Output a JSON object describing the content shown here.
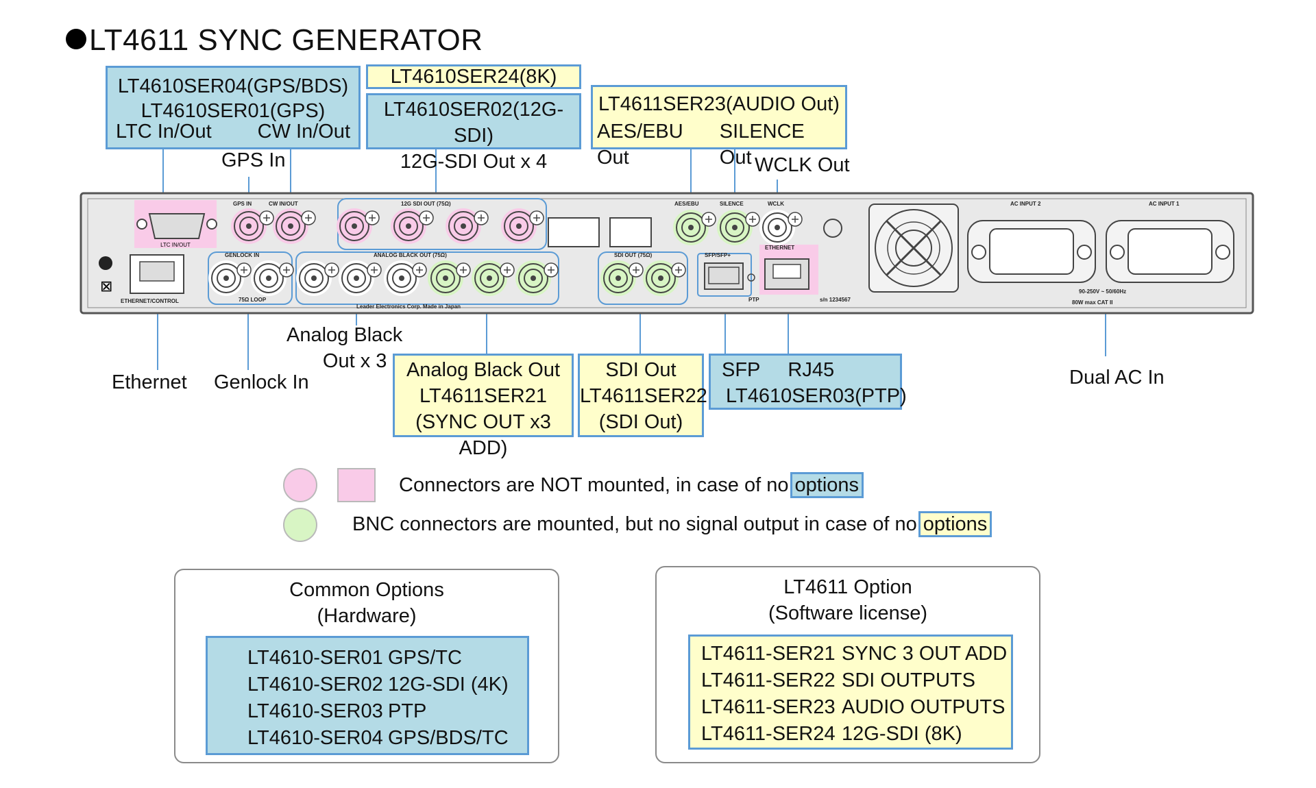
{
  "title": "LT4611 SYNC GENERATOR",
  "callouts": {
    "gps_box": {
      "line1": "LT4610SER04(GPS/BDS)",
      "line2": "LT4610SER01(GPS)",
      "ltc": "LTC In/Out",
      "cw": "CW In/Out"
    },
    "gps_in": "GPS In",
    "ser24_box": "LT4610SER24(8K)",
    "ser02_box": {
      "line1": "LT4610SER02(12G-SDI)",
      "line2": "12G-SDI Out x 4"
    },
    "ser23_box": {
      "line1": "LT4611SER23(AUDIO Out)",
      "aes": "AES/EBU Out",
      "silence": "SILENCE Out"
    },
    "wclk_out": "WCLK Out",
    "ethernet": "Ethernet",
    "genlock_in": "Genlock In",
    "analog_black": {
      "line1": "Analog Black",
      "line2": "Out x 3"
    },
    "ser21_box": {
      "line1": "Analog Black Out",
      "line2": "LT4611SER21",
      "line3": "(SYNC OUT x3 ADD)"
    },
    "ser22_box": {
      "line1": "SDI Out",
      "line2": "LT4611SER22",
      "line3": "(SDI Out)"
    },
    "ser03_box": {
      "sfp": "SFP",
      "rj45": "RJ45",
      "line2": "LT4610SER03(PTP)"
    },
    "dual_ac": "Dual AC In"
  },
  "panel_labels": {
    "ltc": "LTC IN/OUT",
    "gps": "GPS IN",
    "cw": "CW IN/OUT",
    "sdi12g": "12G SDI OUT (75Ω)",
    "aes": "AES/EBU",
    "silence": "SILENCE",
    "wclk": "WCLK",
    "ac2": "AC INPUT 2",
    "ac1": "AC INPUT 1",
    "genlock": "GENLOCK IN",
    "loop": "75Ω LOOP",
    "analog": "ANALOG BLACK OUT (75Ω)",
    "sdi": "SDI OUT (75Ω)",
    "sfp": "SFP/SFP+",
    "eth": "ETHERNET",
    "ptp": "PTP",
    "ethctl": "ETHERNET/CONTROL",
    "maker": "Leader Electronics Corp. Made in Japan",
    "serial": "s/n 1234567",
    "power": "90-250V ~ 50/60Hz",
    "power2": "80W max CAT II"
  },
  "legend": {
    "pink_text": "Connectors are NOT mounted, in case of no",
    "pink_hl": "options",
    "green_text": "BNC connectors are mounted, but no signal output in case of no",
    "green_hl": "options",
    "pink_color": "#f9cbe8",
    "green_color": "#d8f5c4"
  },
  "common_options": {
    "title1": "Common Options",
    "title2": "(Hardware)",
    "rows": [
      {
        "code": "LT4610-SER01",
        "desc": "GPS/TC"
      },
      {
        "code": "LT4610-SER02",
        "desc": "12G-SDI (4K)"
      },
      {
        "code": "LT4610-SER03",
        "desc": "PTP"
      },
      {
        "code": "LT4610-SER04",
        "desc": "GPS/BDS/TC"
      }
    ]
  },
  "lt4611_option": {
    "title1": "LT4611 Option",
    "title2": "(Software license)",
    "rows": [
      {
        "code": "LT4611-SER21",
        "desc": "SYNC 3 OUT ADD"
      },
      {
        "code": "LT4611-SER22",
        "desc": "SDI OUTPUTS"
      },
      {
        "code": "LT4611-SER23",
        "desc": "AUDIO OUTPUTS"
      },
      {
        "code": "LT4611-SER24",
        "desc": "12G-SDI (8K)"
      }
    ]
  }
}
